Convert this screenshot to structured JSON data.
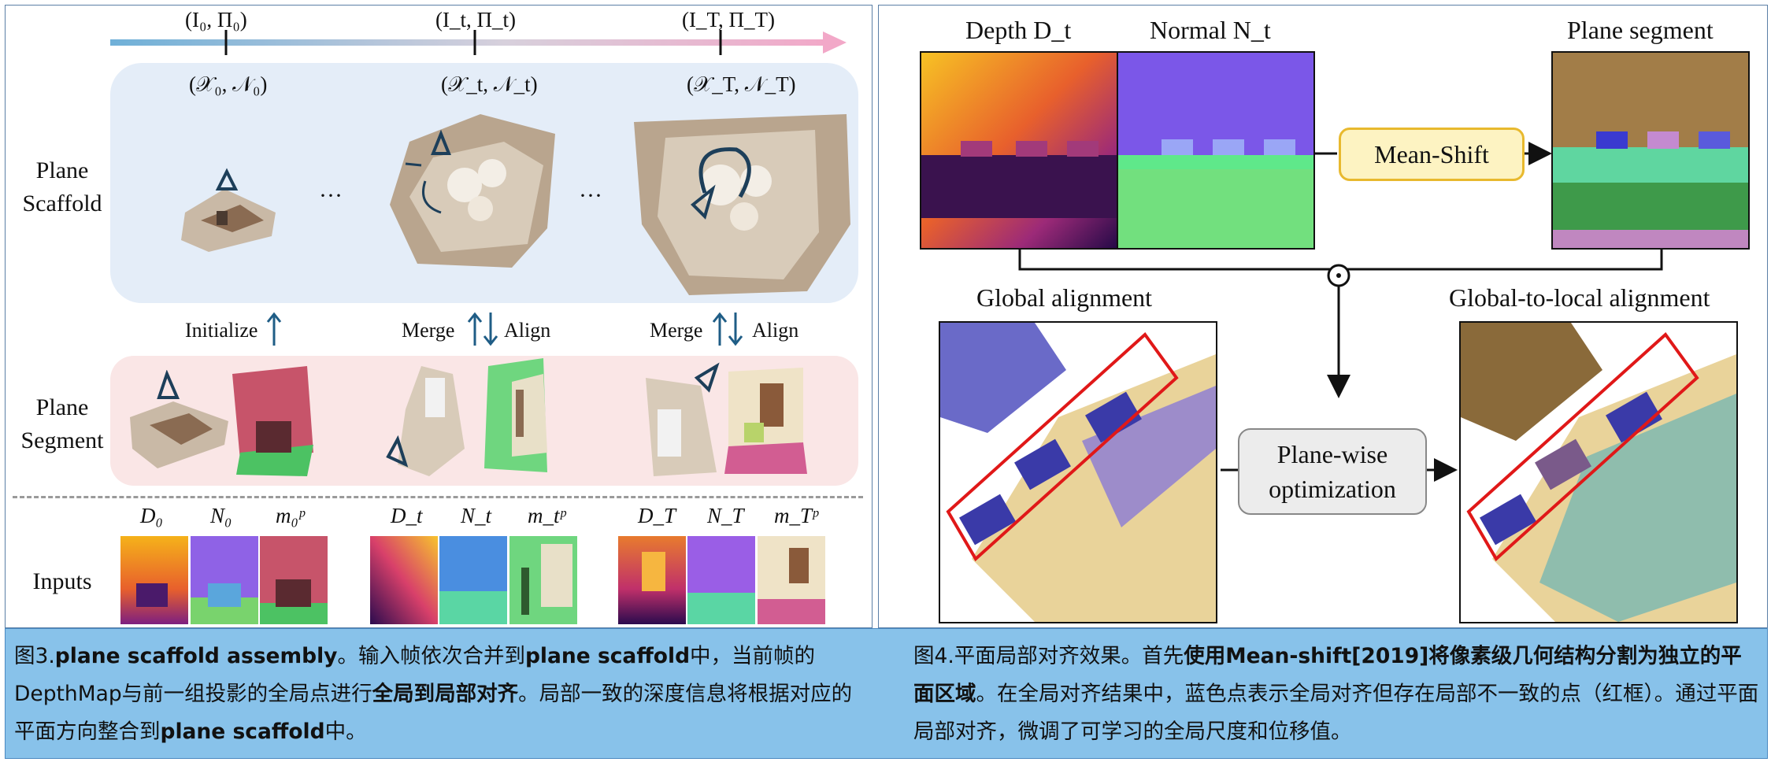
{
  "left": {
    "timeline": {
      "t0": "(I₀, Π₀)",
      "tt": "(I_t, Π_t)",
      "tT": "(I_T, Π_T)"
    },
    "scaffold_states": [
      "(𝒳₀, 𝒩₀)",
      "(𝒳_t, 𝒩_t)",
      "(𝒳_T, 𝒩_T)"
    ],
    "row_labels": {
      "scaffold_1": "Plane",
      "scaffold_2": "Scaffold",
      "segment_1": "Plane",
      "segment_2": "Segment",
      "inputs": "Inputs"
    },
    "ops": {
      "initialize": "Initialize",
      "merge_1": "Merge",
      "align_1": "Align",
      "merge_2": "Merge",
      "align_2": "Align"
    },
    "ellipsis": "···",
    "input_labels": [
      "D₀",
      "N₀",
      "m₀ᵖ",
      "D_t",
      "N_t",
      "m_tᵖ",
      "D_T",
      "N_T",
      "m_Tᵖ"
    ]
  },
  "right": {
    "depth_label": "Depth D_t",
    "normal_label": "Normal N_t",
    "plane_segment_label": "Plane segment",
    "meanshift_label": "Mean-Shift",
    "global_label": "Global alignment",
    "g2l_label": "Global-to-local alignment",
    "planewise_line1": "Plane-wise",
    "planewise_line2": "optimization",
    "odot": "⊙"
  },
  "captions": {
    "left": {
      "p1": "图3.",
      "p2": "plane scaffold assembly",
      "p3": "。输入帧依次合并到",
      "p4": "plane scaffold",
      "p5": "中，当前帧的DepthMap与前一组投影的全局点进行",
      "p6": "全局到局部对齐",
      "p7": "。局部一致的深度信息将根据对应的平面方向整合到",
      "p8": "plane scaffold",
      "p9": "中。"
    },
    "right": {
      "p1": "图4.平面局部对齐效果。首先",
      "p2": "使用Mean-shift[2019]将像素级几何结构分割为独立的平面区域",
      "p3": "。在全局对齐结果中，蓝色点表示全局对齐但存在局部不一致的点（红框）。通过平面局部对齐，微调了可学习的全局尺度和位移值。"
    }
  },
  "colors": {
    "scaffold_bg": "#e4edf8",
    "segment_bg": "#fae6e6",
    "caption_bg": "#88c2ea",
    "meanshift_bg": "#fdf3c2",
    "meanshift_border": "#e8b92e",
    "arrow": "#1f5d86",
    "red_box": "#e01818"
  }
}
